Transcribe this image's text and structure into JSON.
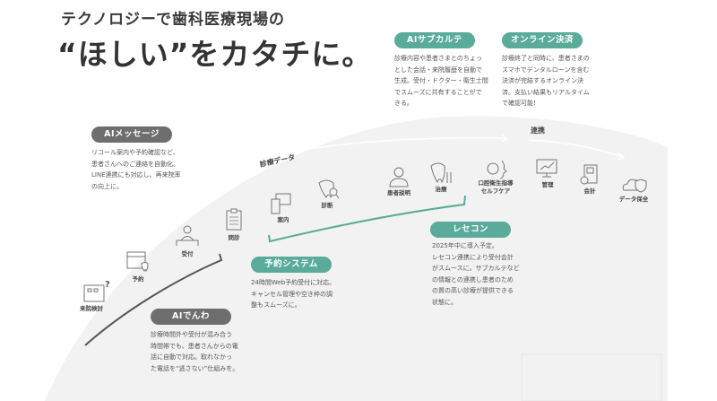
{
  "header": {
    "line1": "テクノロジーで歯科医療現場の",
    "line2": "“ほしい”をカタチに。"
  },
  "features": {
    "sub_karte": {
      "title": "AIサブカルテ",
      "desc": "診療内容や患者さまとのちょっ\nとした会話・来院履歴を自動で\n生成。受付・ドクター・衛生士間\nでスムーズに共有することがで\nきる。"
    },
    "online_payment": {
      "title": "オンライン決済",
      "desc": "診療終了と同時に、患者さまの\nスマホでデンタルローンを含む\n決済が完結するオンライン決\n済。支払い結果もリアルタイム\nで確認可能!"
    },
    "ai_message": {
      "title": "AIメッセージ",
      "desc": "リコール案内や予約確認など、\n患者さんへのご連絡を自動化。\nLINE連携にも対応し、再来院率\nの向上に。"
    },
    "ai_phone": {
      "title": "AIでんわ",
      "desc": "診療時間外や受付が混み合う\n時間帯でも、患者さんからの電\n話に自動で対応。取れなかっ\nた電話を“逃さない”仕組みを。"
    },
    "reservation": {
      "title": "予約システム",
      "desc": "24時間Web予約受付に対応。\nキャンセル管理や空き枠の調\n整もスムーズに。"
    },
    "receipt": {
      "title": "レセコン",
      "desc": "2025年中に導入予定。\nレセコン連携により受付会計\nがスムースに。サブカルテなど\nの情報との連携し患者のため\nの質の高い診療が提供できる\n状態に。"
    }
  },
  "flow": {
    "data_label": "診療データ",
    "link_label": "連携",
    "steps": [
      "来院検討",
      "予約",
      "受付",
      "問診",
      "案内",
      "診断",
      "患者説明",
      "治療",
      "口腔衛生指導\nセルフケア",
      "管理",
      "会計",
      "データ保全"
    ]
  },
  "colors": {
    "teal": "#5aab99",
    "gray_pill": "#6e6e6e",
    "bg_arc": "#f2f2f2"
  }
}
